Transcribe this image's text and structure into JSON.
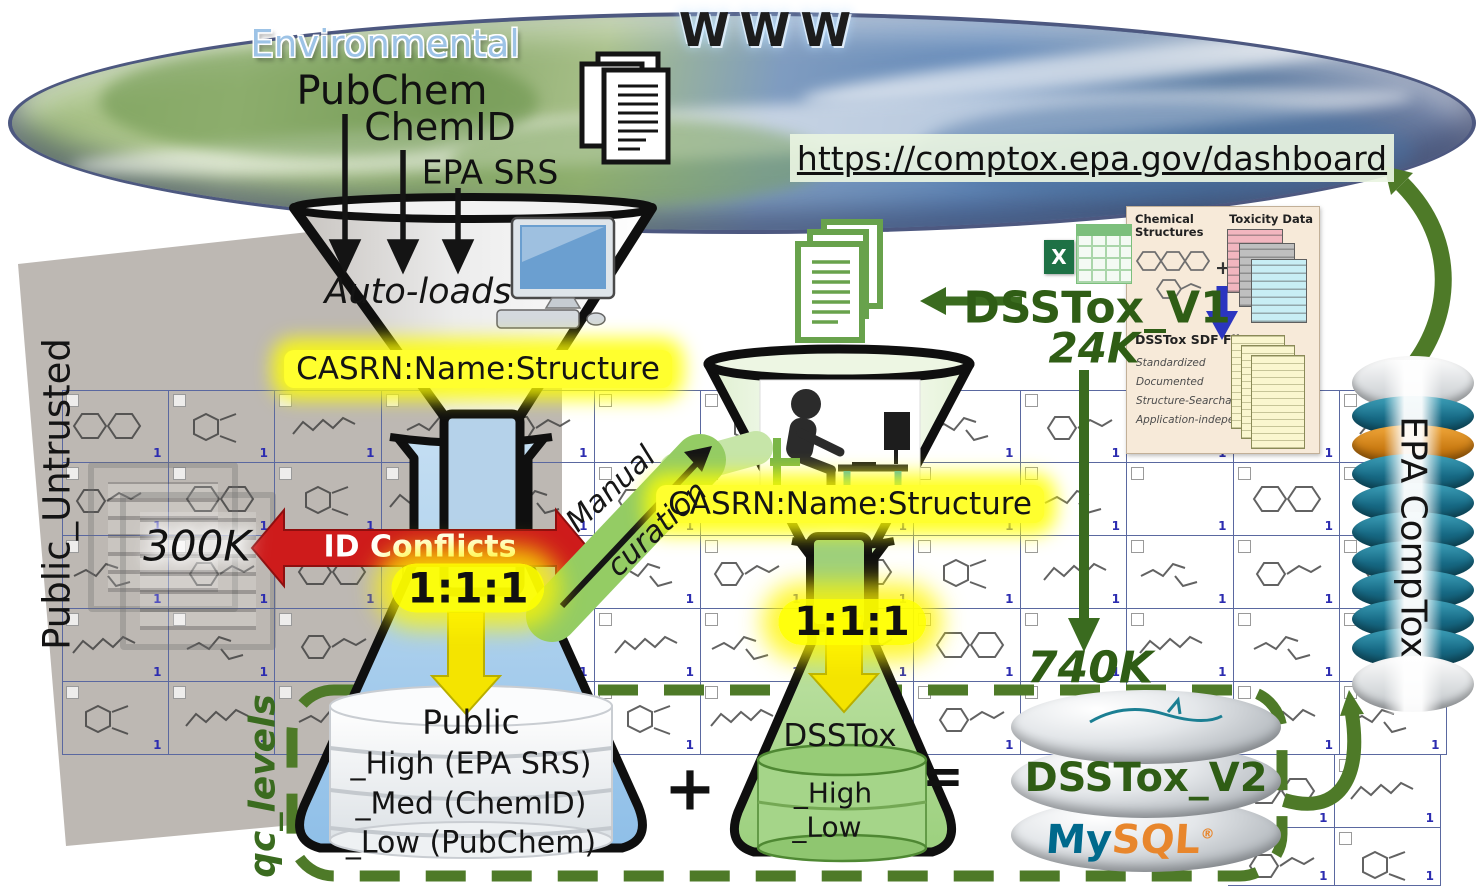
{
  "globe": {
    "www": "WWW",
    "url": "https://comptox.epa.gov/dashboard"
  },
  "sources": {
    "environmental": "Environmental",
    "pubchem": "PubChem",
    "chemid": "ChemID",
    "epa_srs": "EPA SRS"
  },
  "funnel_auto": {
    "label": "Auto-loads",
    "output": "CASRN:Name:Structure"
  },
  "funnel_manual": {
    "output": "CASRN:Name:Structure",
    "arrow_line1": "Manual",
    "arrow_line2": "curation"
  },
  "left_zone": {
    "vertical_label": "Public_Untrusted",
    "doc_count": "300K",
    "conflict_label": "ID Conflicts"
  },
  "flask_public": {
    "ratio": "1:1:1",
    "title": "Public",
    "levels": [
      "_High (EPA SRS)",
      "_Med (ChemID)",
      "_Low (PubChem)"
    ]
  },
  "flask_dsstox": {
    "ratio": "1:1:1",
    "title": "DSSTox",
    "levels": [
      "_High",
      "_Low"
    ]
  },
  "operators": {
    "plus": "+",
    "equals": "="
  },
  "dsstox_v1": {
    "label": "DSSTox_V1",
    "count": "24K",
    "flow_count": "740K"
  },
  "panel": {
    "chem_structures": "Chemical Structures",
    "toxicity_data": "Toxicity Data",
    "plus": "+",
    "sdf_title": "DSSTox SDF Files",
    "sdf_props": [
      "Standardized",
      "Documented",
      "Structure-Searchable",
      "Application-independent"
    ],
    "excel_x": "X"
  },
  "database": {
    "label": "DSSTox_V2",
    "mysql_my": "My",
    "mysql_sql": "SQL",
    "mysql_reg": "®"
  },
  "comptox_stack": {
    "label": "EPA CompTox"
  },
  "qc": {
    "label": "qc_levels"
  },
  "grid": {
    "badge": "1"
  },
  "colors": {
    "accent_green": "#3a6b1f",
    "highlight_yellow": "#ffff33",
    "alert_red": "#ce1b1b",
    "flask_blue": "#aed2ef",
    "flask_green": "#b9e0a0"
  }
}
